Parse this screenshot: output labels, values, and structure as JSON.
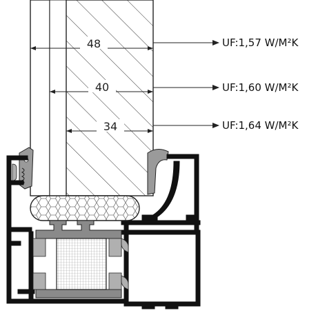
{
  "dimensions": [
    {
      "label": "48",
      "value": 48,
      "unit_value": "1,57"
    },
    {
      "label": "40",
      "value": 40,
      "unit_value": "1,60"
    },
    {
      "label": "34",
      "value": 34,
      "unit_value": "1,64"
    }
  ],
  "uf_labels": {
    "uf_48": "UF:1,57 W/M²K",
    "uf_40": "UF:1,60 W/M²K",
    "uf_34": "UF:1,64 W/M²K"
  },
  "colors": {
    "profile": "#111111",
    "gasket": "#8a8a8a",
    "gasket_light": "#b8b8b8",
    "hatch": "#333333",
    "insulation_fill": "#f2f2f2"
  }
}
